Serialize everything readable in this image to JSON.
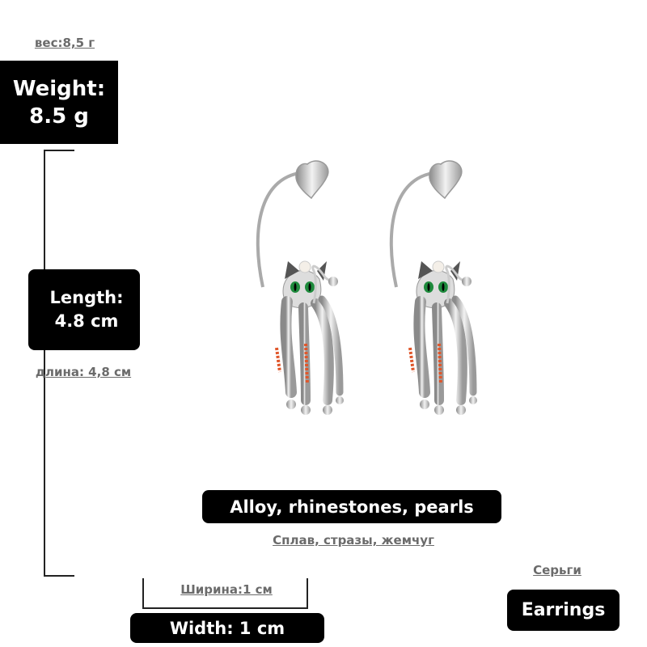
{
  "weight": {
    "ru": "вес:8,5 г",
    "en_line1": "Weight:",
    "en_line2": "8.5 g"
  },
  "length": {
    "en_line1": "Length:",
    "en_line2": "4.8 cm",
    "ru": "длина: 4,8 см"
  },
  "material": {
    "en": "Alloy, rhinestones, pearls",
    "ru": "Сплав, стразы, жемчуг"
  },
  "width": {
    "ru": "Ширина:1 см",
    "en": "Width: 1 cm"
  },
  "type": {
    "ru": "Серьги",
    "en": "Earrings"
  },
  "colors": {
    "box": "#000000",
    "subtitle": "#6b6b6b",
    "eye": "#1e8a3c",
    "accent_stones": "#e0562a"
  }
}
